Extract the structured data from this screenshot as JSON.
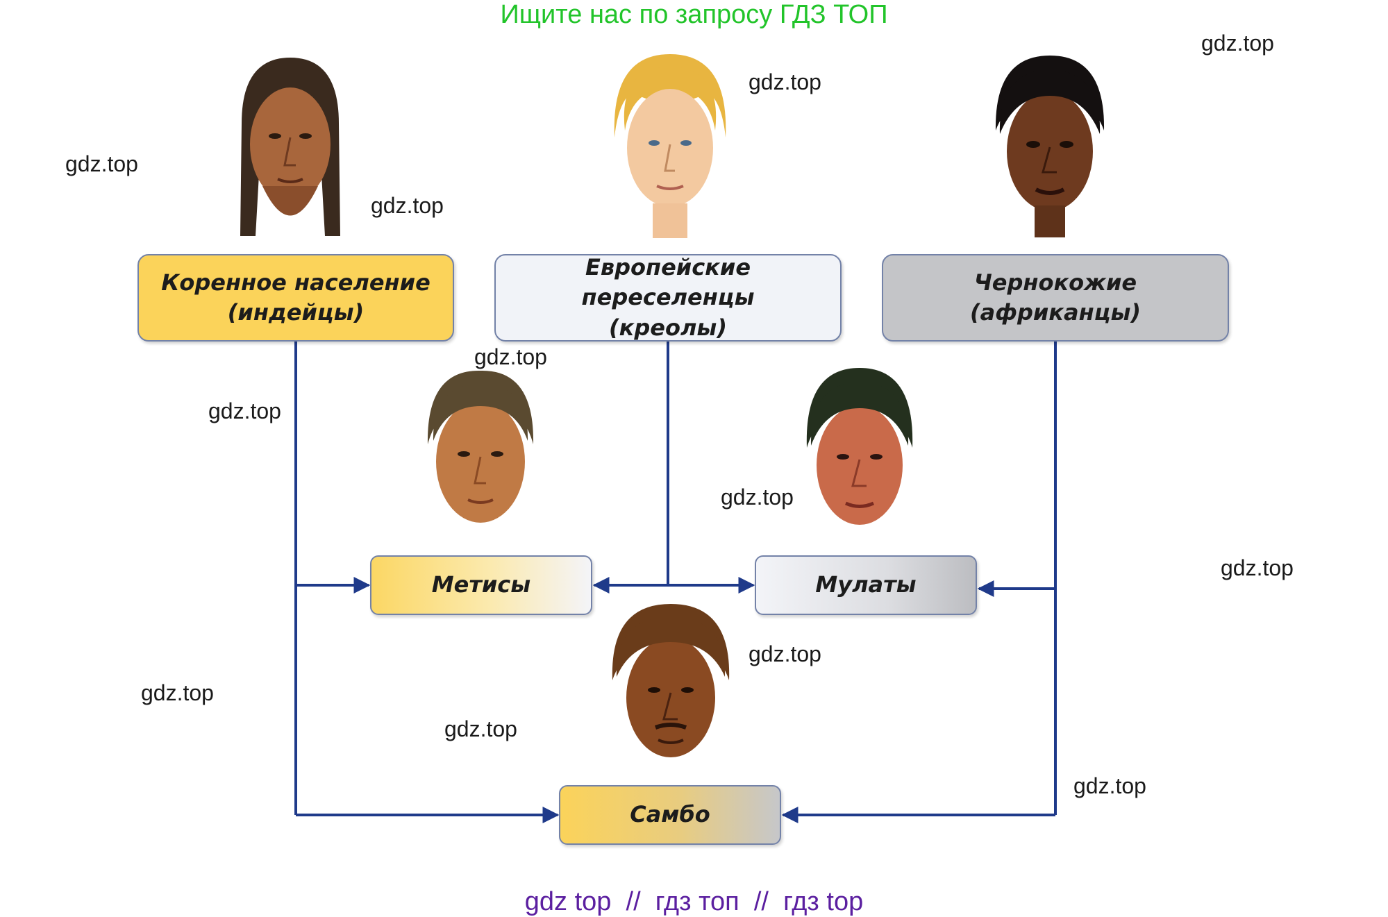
{
  "header": {
    "text": "Ищите нас по запросу ГДЗ ТОП"
  },
  "footer": {
    "text": "gdz top  //  гдз топ  //  гдз top"
  },
  "watermark": "gdz.top",
  "boxes": {
    "indigenous": {
      "line1": "Коренное население",
      "line2": "(индейцы)"
    },
    "european": {
      "line1": "Европейские переселенцы",
      "line2": "(креолы)"
    },
    "african": {
      "line1": "Чернокожие",
      "line2": "(африканцы)"
    },
    "mestizo": "Метисы",
    "mulatto": "Мулаты",
    "zambo": "Самбо"
  },
  "portraits": [
    {
      "name": "indigenous-portrait",
      "skin": "#a8663c",
      "hair": "#3a2a1e"
    },
    {
      "name": "european-portrait",
      "skin": "#f3c9a0",
      "hair": "#e8b540"
    },
    {
      "name": "african-portrait",
      "skin": "#6e3a1f",
      "hair": "#141010"
    },
    {
      "name": "mestizo-portrait",
      "skin": "#c07a45",
      "hair": "#5a4a30"
    },
    {
      "name": "mulatto-portrait",
      "skin": "#c96a4a",
      "hair": "#24301e"
    },
    {
      "name": "zambo-portrait",
      "skin": "#8a4a22",
      "hair": "#6a3c1a"
    }
  ],
  "colors": {
    "line": "#1f3a8a",
    "header": "#22c42a",
    "footer": "#5b1fa0"
  }
}
